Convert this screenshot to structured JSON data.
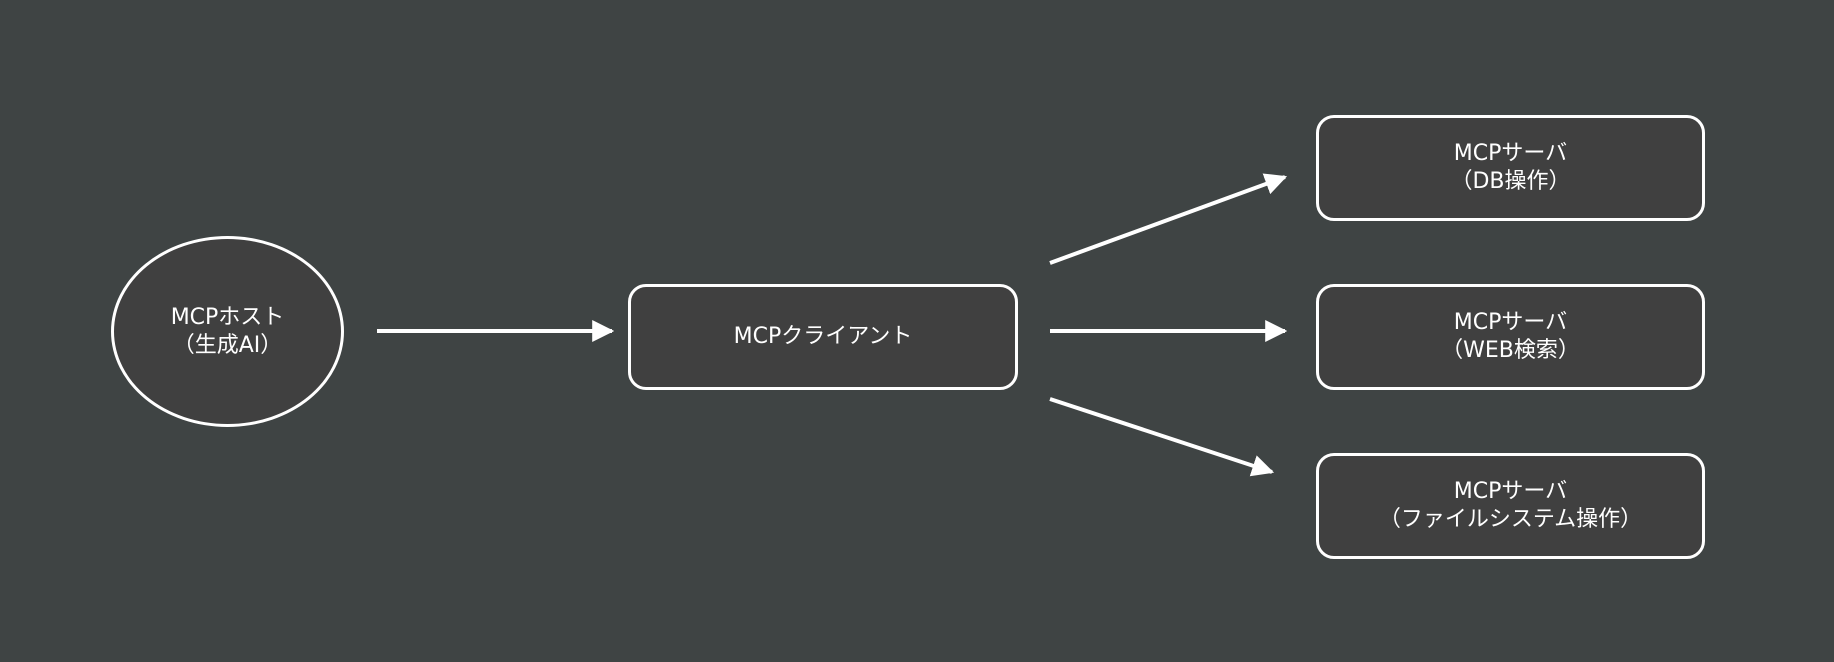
{
  "nodes": {
    "host": {
      "line1": "MCPホスト",
      "line2": "（生成AI）"
    },
    "client": {
      "line1": "MCPクライアント"
    },
    "server_db": {
      "line1": "MCPサーバ",
      "line2": "（DB操作）"
    },
    "server_web": {
      "line1": "MCPサーバ",
      "line2": "（WEB検索）"
    },
    "server_fs": {
      "line1": "MCPサーバ",
      "line2": "（ファイルシステム操作）"
    }
  },
  "colors": {
    "background": "#3f4444",
    "node_fill": "#404040",
    "stroke": "#ffffff",
    "text": "#ffffff"
  }
}
